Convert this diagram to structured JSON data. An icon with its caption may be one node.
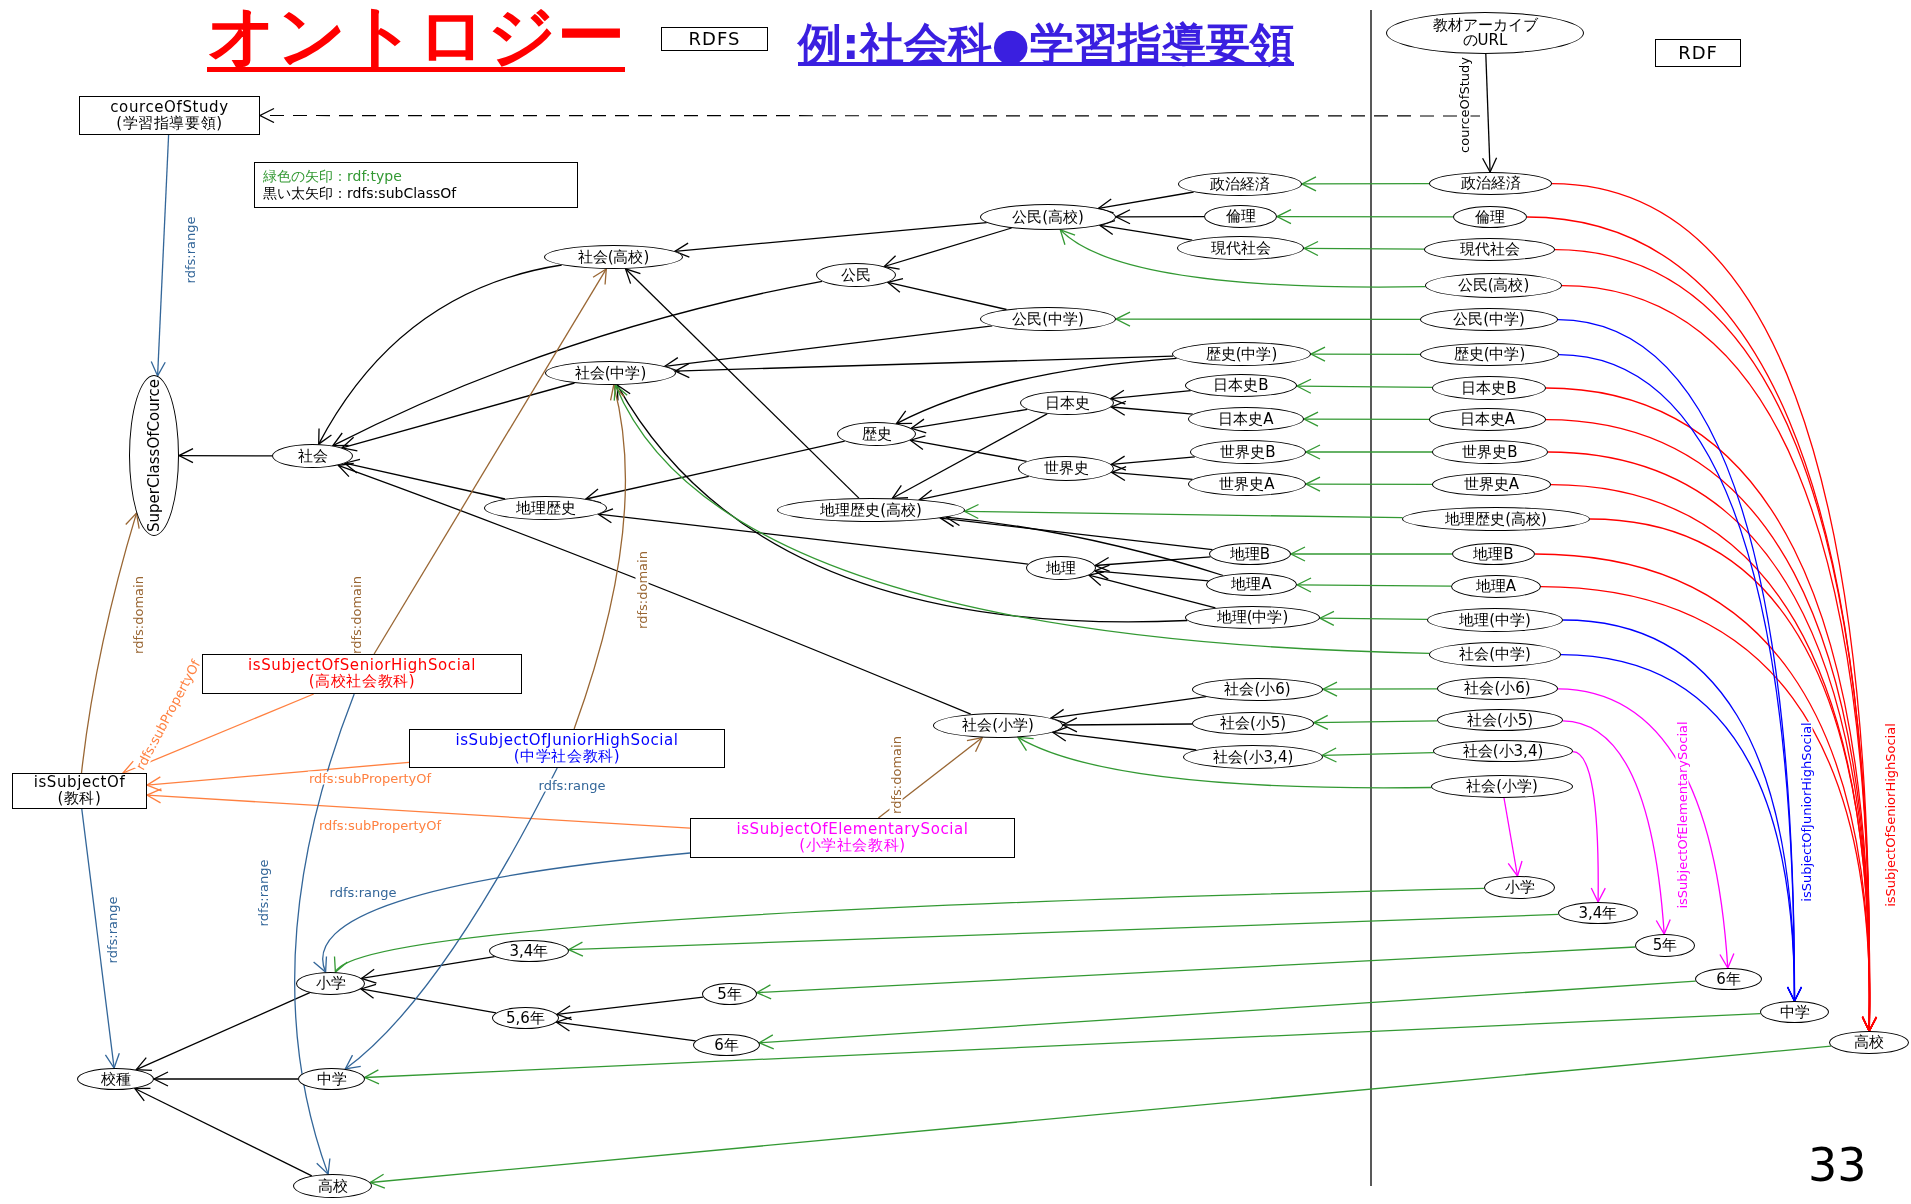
{
  "diagram": {
    "title": "オントロジー",
    "nodes": [
      {
        "text": [
          "courceOfStudy",
          "(学習指導要領)"
        ]
      },
      {
        "text": [
          "SuperClassOfCource"
        ]
      },
      {
        "text": [
          "社会"
        ]
      },
      {
        "text": [
          "社会(高校)"
        ]
      },
      {
        "text": [
          "社会(中学)"
        ]
      },
      {
        "text": [
          "地理歴史"
        ]
      },
      {
        "text": [
          "公民(高校)"
        ]
      },
      {
        "text": [
          "公民"
        ]
      },
      {
        "text": [
          "公民(中学)"
        ]
      },
      {
        "text": [
          "政治経済"
        ]
      },
      {
        "text": [
          "倫理"
        ]
      },
      {
        "text": [
          "現代社会"
        ]
      },
      {
        "text": [
          "歴史(中学)"
        ]
      },
      {
        "text": [
          "日本史"
        ]
      },
      {
        "text": [
          "日本史B"
        ]
      },
      {
        "text": [
          "歴史"
        ]
      },
      {
        "text": [
          "日本史A"
        ]
      },
      {
        "text": [
          "世界史"
        ]
      },
      {
        "text": [
          "世界史B"
        ]
      },
      {
        "text": [
          "世界史A"
        ]
      },
      {
        "text": [
          "地理歴史(高校)"
        ]
      },
      {
        "text": [
          "地理B"
        ]
      },
      {
        "text": [
          "地理"
        ]
      },
      {
        "text": [
          "地理A"
        ]
      },
      {
        "text": [
          "地理(中学)"
        ]
      },
      {
        "text": [
          "社会(小6)"
        ]
      },
      {
        "text": [
          "社会(小学)"
        ]
      },
      {
        "text": [
          "社会(小5)"
        ]
      },
      {
        "text": [
          "社会(小3,4)"
        ]
      },
      {
        "text": [
          "教材アーカイブのURL"
        ]
      },
      {
        "text": [
          "政治経済"
        ]
      },
      {
        "text": [
          "倫理"
        ]
      },
      {
        "text": [
          "現代社会"
        ]
      },
      {
        "text": [
          "公民(高校)"
        ]
      },
      {
        "text": [
          "公民(中学)"
        ]
      },
      {
        "text": [
          "歴史(中学)"
        ]
      },
      {
        "text": [
          "日本史B"
        ]
      },
      {
        "text": [
          "日本史A"
        ]
      },
      {
        "text": [
          "世界史B"
        ]
      },
      {
        "text": [
          "世界史A"
        ]
      },
      {
        "text": [
          "地理歴史(高校)"
        ]
      },
      {
        "text": [
          "地理B"
        ]
      },
      {
        "text": [
          "地理A"
        ]
      },
      {
        "text": [
          "地理(中学)"
        ]
      },
      {
        "text": [
          "社会(中学)"
        ]
      },
      {
        "text": [
          "社会(小6)"
        ]
      },
      {
        "text": [
          "社会(小5)"
        ]
      },
      {
        "text": [
          "社会(小3,4)"
        ]
      },
      {
        "text": [
          "社会(小学)"
        ]
      },
      {
        "text": [
          "小学"
        ]
      },
      {
        "text": [
          "3,4年"
        ]
      },
      {
        "text": [
          "5年"
        ]
      },
      {
        "text": [
          "6年"
        ]
      },
      {
        "text": [
          "中学"
        ]
      },
      {
        "text": [
          "高校"
        ]
      },
      {
        "text": [
          "isSubjectOf",
          "(教科)"
        ]
      },
      {
        "text": [
          "isSubjectOfSeniorHighSocial",
          "(高校社会教科)"
        ]
      },
      {
        "text": [
          "isSubjectOfJuniorHighSocial",
          "(中学社会教科)"
        ]
      },
      {
        "text": [
          "isSubjectOfElementarySocial",
          "(小学社会教科)"
        ]
      },
      {
        "text": [
          "小学"
        ]
      },
      {
        "text": [
          "3,4年"
        ]
      },
      {
        "text": [
          "5,6年"
        ]
      },
      {
        "text": [
          "5年"
        ]
      },
      {
        "text": [
          "6年"
        ]
      },
      {
        "text": [
          "校種"
        ]
      },
      {
        "text": [
          "中学"
        ]
      },
      {
        "text": [
          "高校"
        ]
      },
      {
        "text": [
          "RDFS"
        ]
      },
      {
        "text": [
          "RDF"
        ]
      }
    ],
    "edges": [
      {
        "from": 2,
        "to": 1,
        "arrow": "to"
      },
      {
        "from": 3,
        "to": 2,
        "arrow": "to"
      },
      {
        "from": 4,
        "to": 2,
        "arrow": "to"
      },
      {
        "from": 5,
        "to": 2,
        "arrow": "to"
      },
      {
        "from": 7,
        "to": 2,
        "arrow": "to"
      },
      {
        "from": 26,
        "to": 2,
        "arrow": "to"
      },
      {
        "from": 6,
        "to": 3,
        "arrow": "to"
      },
      {
        "from": 20,
        "to": 3,
        "arrow": "to"
      },
      {
        "from": 6,
        "to": 7,
        "arrow": "to"
      },
      {
        "from": 8,
        "to": 7,
        "arrow": "to"
      },
      {
        "from": 8,
        "to": 4,
        "arrow": "to"
      },
      {
        "from": 12,
        "to": 4,
        "arrow": "to"
      },
      {
        "from": 24,
        "to": 4,
        "arrow": "to"
      },
      {
        "from": 12,
        "to": 15,
        "arrow": "to"
      },
      {
        "from": 13,
        "to": 15,
        "arrow": "to"
      },
      {
        "from": 17,
        "to": 15,
        "arrow": "to"
      },
      {
        "from": 15,
        "to": 5,
        "arrow": "to"
      },
      {
        "from": 22,
        "to": 5,
        "arrow": "to"
      },
      {
        "from": 13,
        "to": 20,
        "arrow": "to"
      },
      {
        "from": 17,
        "to": 20,
        "arrow": "to"
      },
      {
        "from": 21,
        "to": 20,
        "arrow": "to"
      },
      {
        "from": 23,
        "to": 20,
        "arrow": "to"
      },
      {
        "from": 14,
        "to": 13,
        "arrow": "to"
      },
      {
        "from": 16,
        "to": 13,
        "arrow": "to"
      },
      {
        "from": 18,
        "to": 17,
        "arrow": "to"
      },
      {
        "from": 19,
        "to": 17,
        "arrow": "to"
      },
      {
        "from": 21,
        "to": 22,
        "arrow": "to"
      },
      {
        "from": 23,
        "to": 22,
        "arrow": "to"
      },
      {
        "from": 24,
        "to": 22,
        "arrow": "to"
      },
      {
        "from": 9,
        "to": 6,
        "arrow": "to"
      },
      {
        "from": 10,
        "to": 6,
        "arrow": "to"
      },
      {
        "from": 11,
        "to": 6,
        "arrow": "to"
      },
      {
        "from": 25,
        "to": 26,
        "arrow": "to"
      },
      {
        "from": 27,
        "to": 26,
        "arrow": "to"
      },
      {
        "from": 28,
        "to": 26,
        "arrow": "to"
      },
      {
        "from": 59,
        "to": 64,
        "arrow": "to"
      },
      {
        "from": 65,
        "to": 64,
        "arrow": "to"
      },
      {
        "from": 66,
        "to": 64,
        "arrow": "to"
      },
      {
        "from": 60,
        "to": 59,
        "arrow": "to"
      },
      {
        "from": 61,
        "to": 59,
        "arrow": "to"
      },
      {
        "from": 62,
        "to": 61,
        "arrow": "to"
      },
      {
        "from": 63,
        "to": 61,
        "arrow": "to"
      },
      {
        "from": 29,
        "to": 30,
        "arrow": "to",
        "label": "courceOfStudy"
      },
      {
        "from": null,
        "to": 0,
        "arrow": "to",
        "style": "dashed"
      },
      {
        "from": 0,
        "to": 1,
        "arrow": "to",
        "label": "rdfs:range",
        "color": "#336699"
      },
      {
        "from": 55,
        "to": 1,
        "arrow": "to",
        "label": "rdfs:domain",
        "color": "#996633"
      },
      {
        "from": 55,
        "to": 64,
        "arrow": "to",
        "label": "rdfs:range",
        "color": "#336699"
      },
      {
        "from": 56,
        "to": 55,
        "arrow": "to",
        "label": "rdfs:subPropertyOf",
        "color": "#ff8040"
      },
      {
        "from": 57,
        "to": 55,
        "arrow": "to",
        "label": "rdfs:subPropertyOf",
        "color": "#ff8040"
      },
      {
        "from": 58,
        "to": 55,
        "arrow": "to",
        "label": "rdfs:subPropertyOf",
        "color": "#ff8040"
      },
      {
        "from": 56,
        "to": 3,
        "arrow": "to",
        "label": "rdfs:domain",
        "color": "#996633"
      },
      {
        "from": 57,
        "to": 4,
        "arrow": "to",
        "label": "rdfs:domain",
        "color": "#996633"
      },
      {
        "from": 58,
        "to": 26,
        "arrow": "to",
        "label": "rdfs:domain",
        "color": "#996633"
      },
      {
        "from": 56,
        "to": 66,
        "arrow": "to",
        "label": "rdfs:range",
        "color": "#336699"
      },
      {
        "from": 57,
        "to": 65,
        "arrow": "to",
        "label": "rdfs:range",
        "color": "#336699"
      },
      {
        "from": 58,
        "to": 59,
        "arrow": "to",
        "label": "rdfs:range",
        "color": "#336699"
      },
      {
        "from": 30,
        "to": 9,
        "arrow": "to",
        "color": "#339933"
      },
      {
        "from": 31,
        "to": 10,
        "arrow": "to",
        "color": "#339933"
      },
      {
        "from": 32,
        "to": 11,
        "arrow": "to",
        "color": "#339933"
      },
      {
        "from": 33,
        "to": 6,
        "arrow": "to",
        "color": "#339933"
      },
      {
        "from": 34,
        "to": 8,
        "arrow": "to",
        "color": "#339933"
      },
      {
        "from": 35,
        "to": 12,
        "arrow": "to",
        "color": "#339933"
      },
      {
        "from": 36,
        "to": 14,
        "arrow": "to",
        "color": "#339933"
      },
      {
        "from": 37,
        "to": 16,
        "arrow": "to",
        "color": "#339933"
      },
      {
        "from": 38,
        "to": 18,
        "arrow": "to",
        "color": "#339933"
      },
      {
        "from": 39,
        "to": 19,
        "arrow": "to",
        "color": "#339933"
      },
      {
        "from": 40,
        "to": 20,
        "arrow": "to",
        "color": "#339933"
      },
      {
        "from": 41,
        "to": 21,
        "arrow": "to",
        "color": "#339933"
      },
      {
        "from": 42,
        "to": 23,
        "arrow": "to",
        "color": "#339933"
      },
      {
        "from": 43,
        "to": 24,
        "arrow": "to",
        "color": "#339933"
      },
      {
        "from": 44,
        "to": 4,
        "arrow": "to",
        "color": "#339933"
      },
      {
        "from": 45,
        "to": 25,
        "arrow": "to",
        "color": "#339933"
      },
      {
        "from": 46,
        "to": 27,
        "arrow": "to",
        "color": "#339933"
      },
      {
        "from": 47,
        "to": 28,
        "arrow": "to",
        "color": "#339933"
      },
      {
        "from": 48,
        "to": 26,
        "arrow": "to",
        "color": "#339933"
      },
      {
        "from": 49,
        "to": 59,
        "arrow": "to",
        "color": "#339933"
      },
      {
        "from": 50,
        "to": 60,
        "arrow": "to",
        "color": "#339933"
      },
      {
        "from": 51,
        "to": 62,
        "arrow": "to",
        "color": "#339933"
      },
      {
        "from": 52,
        "to": 63,
        "arrow": "to",
        "color": "#339933"
      },
      {
        "from": 53,
        "to": 65,
        "arrow": "to",
        "color": "#339933"
      },
      {
        "from": 54,
        "to": 66,
        "arrow": "to",
        "color": "#339933"
      },
      {
        "from": 30,
        "to": 54,
        "arrow": "to",
        "color": "#ff0000"
      },
      {
        "from": 31,
        "to": 54,
        "arrow": "to",
        "color": "#ff0000"
      },
      {
        "from": 32,
        "to": 54,
        "arrow": "to",
        "color": "#ff0000"
      },
      {
        "from": 33,
        "to": 54,
        "arrow": "to",
        "color": "#ff0000"
      },
      {
        "from": 36,
        "to": 54,
        "arrow": "to",
        "color": "#ff0000"
      },
      {
        "from": 37,
        "to": 54,
        "arrow": "to",
        "color": "#ff0000"
      },
      {
        "from": 38,
        "to": 54,
        "arrow": "to",
        "color": "#ff0000"
      },
      {
        "from": 39,
        "to": 54,
        "arrow": "to",
        "color": "#ff0000"
      },
      {
        "from": 40,
        "to": 54,
        "arrow": "to",
        "label": "isSubjectOfSeniorHighSocial",
        "color": "#ff0000"
      },
      {
        "from": 41,
        "to": 54,
        "arrow": "to",
        "color": "#ff0000"
      },
      {
        "from": 42,
        "to": 54,
        "arrow": "to",
        "color": "#ff0000"
      },
      {
        "from": 34,
        "to": 53,
        "arrow": "to",
        "color": "#0000ff"
      },
      {
        "from": 35,
        "to": 53,
        "arrow": "to",
        "color": "#0000ff"
      },
      {
        "from": 43,
        "to": 53,
        "arrow": "to",
        "color": "#0000ff"
      },
      {
        "from": 44,
        "to": 53,
        "arrow": "to",
        "label": "isSubjectOfJuniorHighSocial",
        "color": "#0000ff"
      },
      {
        "from": 45,
        "to": 52,
        "arrow": "to",
        "color": "#ff00ff"
      },
      {
        "from": 46,
        "to": 51,
        "arrow": "to",
        "label": "isSubjectOfElementarySocial",
        "color": "#ff00ff"
      },
      {
        "from": 47,
        "to": 50,
        "arrow": "to",
        "color": "#ff00ff"
      },
      {
        "from": 48,
        "to": 49,
        "arrow": "to",
        "color": "#ff00ff"
      }
    ],
    "labels": [
      "例:社会科●学習指導要領",
      "33"
    ],
    "legend": [
      {
        "text": "緑色の矢印：rdf:type",
        "color": "#339933"
      },
      {
        "text": "黒い太矢印：rdfs:subClassOf",
        "color": "#000000"
      }
    ]
  }
}
